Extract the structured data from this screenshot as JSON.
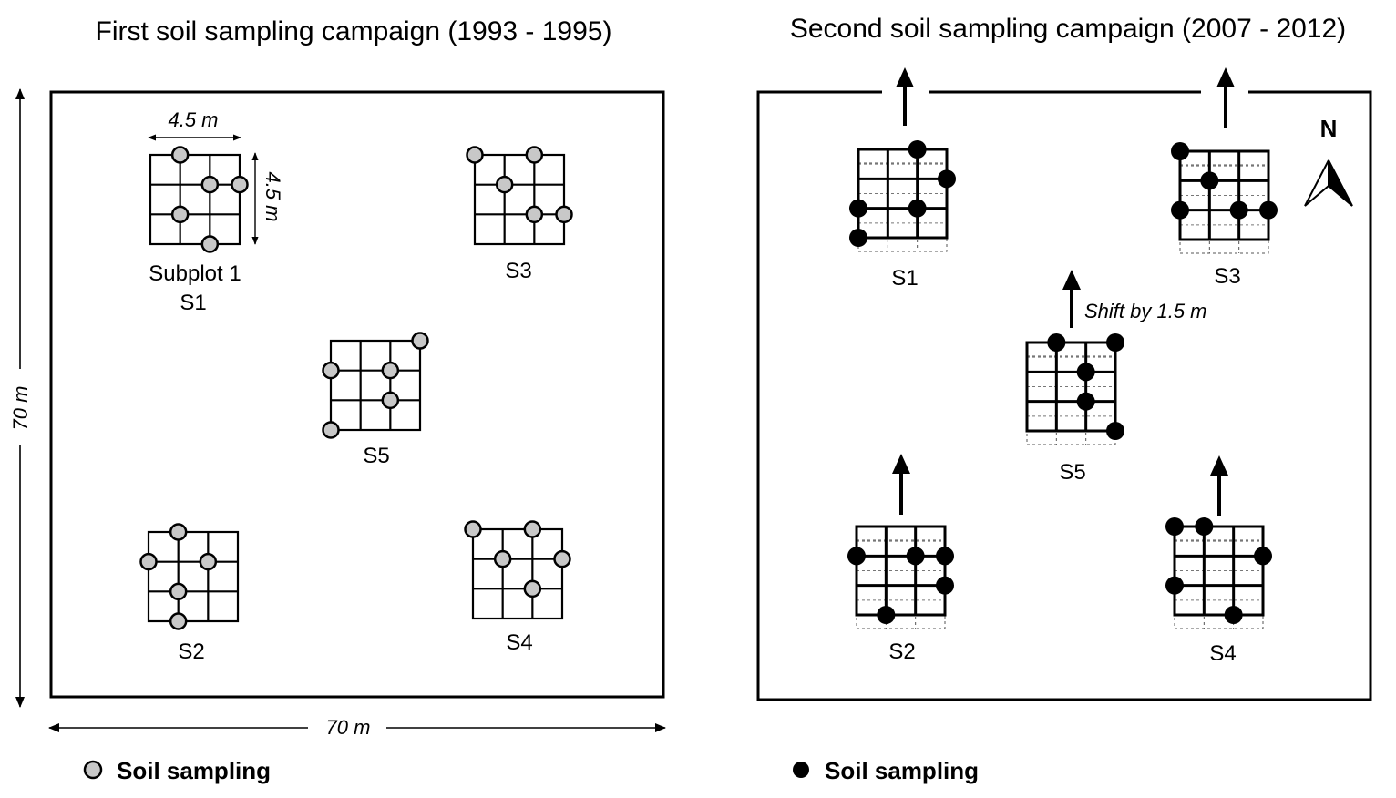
{
  "colors": {
    "grey_point": "#c8c8c8",
    "black_point": "#000000",
    "line": "#000000"
  },
  "left_panel": {
    "title": "First soil sampling campaign (1993 - 1995)",
    "plot_size_horizontal": "70 m",
    "plot_size_vertical": "70 m",
    "subplot_size_horizontal": "4.5 m",
    "subplot_size_vertical": "4.5 m",
    "subplot_caption": "Subplot 1",
    "subplots": [
      {
        "label": "S1",
        "points": [
          [
            1,
            0
          ],
          [
            2,
            1
          ],
          [
            3,
            1
          ],
          [
            1,
            2
          ],
          [
            2,
            3
          ]
        ]
      },
      {
        "label": "S3",
        "points": [
          [
            0,
            0
          ],
          [
            2,
            0
          ],
          [
            1,
            1
          ],
          [
            2,
            2
          ],
          [
            3,
            2
          ]
        ]
      },
      {
        "label": "S5",
        "points": [
          [
            3,
            0
          ],
          [
            0,
            1
          ],
          [
            2,
            1
          ],
          [
            2,
            2
          ],
          [
            0,
            3
          ]
        ]
      },
      {
        "label": "S2",
        "points": [
          [
            1,
            0
          ],
          [
            0,
            1
          ],
          [
            2,
            1
          ],
          [
            1,
            2
          ],
          [
            1,
            3
          ]
        ]
      },
      {
        "label": "S4",
        "points": [
          [
            0,
            0
          ],
          [
            2,
            0
          ],
          [
            1,
            1
          ],
          [
            3,
            1
          ],
          [
            2,
            2
          ]
        ]
      }
    ],
    "legend": {
      "label": "Soil sampling",
      "icon": "grey-circle"
    }
  },
  "right_panel": {
    "title": "Second soil sampling campaign (2007 - 2012)",
    "north_label": "N",
    "shift_label": "Shift by 1.5 m",
    "subplots": [
      {
        "label": "S1",
        "points": [
          [
            2,
            0
          ],
          [
            3,
            1
          ],
          [
            0,
            2
          ],
          [
            2,
            2
          ],
          [
            0,
            3
          ]
        ]
      },
      {
        "label": "S3",
        "points": [
          [
            0,
            0
          ],
          [
            1,
            1
          ],
          [
            0,
            2
          ],
          [
            2,
            2
          ],
          [
            3,
            2
          ]
        ]
      },
      {
        "label": "S5",
        "points": [
          [
            1,
            0
          ],
          [
            3,
            0
          ],
          [
            2,
            1
          ],
          [
            2,
            2
          ],
          [
            3,
            3
          ]
        ]
      },
      {
        "label": "S2",
        "points": [
          [
            0,
            1
          ],
          [
            2,
            1
          ],
          [
            3,
            1
          ],
          [
            3,
            2
          ],
          [
            1,
            3
          ]
        ]
      },
      {
        "label": "S4",
        "points": [
          [
            0,
            0
          ],
          [
            1,
            0
          ],
          [
            3,
            1
          ],
          [
            0,
            2
          ],
          [
            2,
            3
          ]
        ]
      }
    ],
    "legend": {
      "label": "Soil sampling",
      "icon": "black-circle"
    }
  }
}
